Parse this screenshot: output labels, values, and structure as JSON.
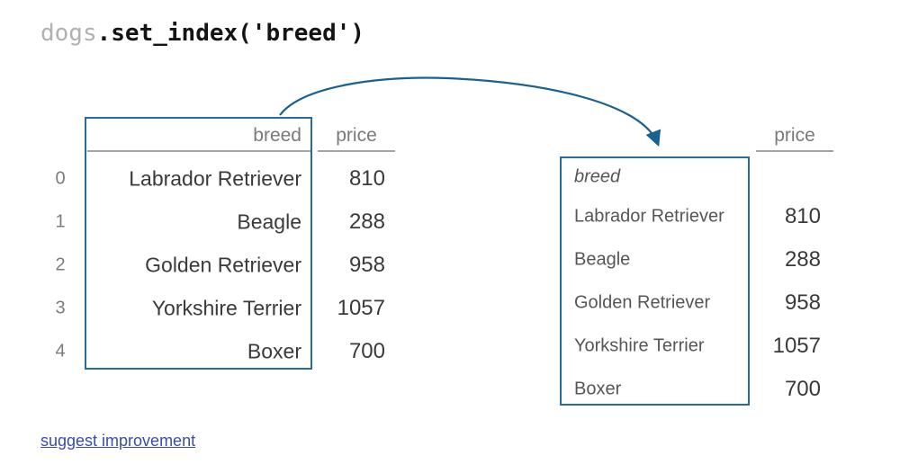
{
  "title": {
    "object": "dogs",
    "method": ".set_index('breed')"
  },
  "left_table": {
    "header": {
      "breed": "breed",
      "price": "price"
    },
    "index": [
      "0",
      "1",
      "2",
      "3",
      "4"
    ],
    "rows": [
      {
        "breed": "Labrador Retriever",
        "price": "810"
      },
      {
        "breed": "Beagle",
        "price": "288"
      },
      {
        "breed": "Golden Retriever",
        "price": "958"
      },
      {
        "breed": "Yorkshire Terrier",
        "price": "1057"
      },
      {
        "breed": "Boxer",
        "price": "700"
      }
    ]
  },
  "right_table": {
    "index_name": "breed",
    "header": {
      "price": "price"
    },
    "rows": [
      {
        "breed": "Labrador Retriever",
        "price": "810"
      },
      {
        "breed": "Beagle",
        "price": "288"
      },
      {
        "breed": "Golden Retriever",
        "price": "958"
      },
      {
        "breed": "Yorkshire Terrier",
        "price": "1057"
      },
      {
        "breed": "Boxer",
        "price": "700"
      }
    ]
  },
  "footer": {
    "link_label": "suggest improvement"
  },
  "colors": {
    "highlight_border": "#2a6b9c",
    "arrow": "#1a618f",
    "header_text": "#7a7a7a",
    "cell_text": "#3a3a3a",
    "link": "#3a4bb0",
    "code_object_gray": "#b1b1b1"
  }
}
